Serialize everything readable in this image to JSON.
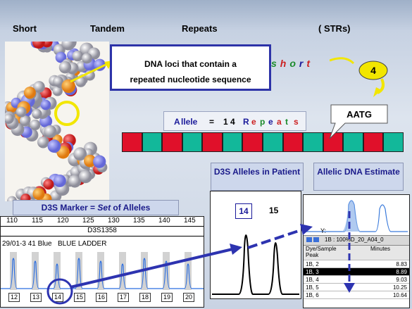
{
  "title": {
    "short": "Short",
    "tandem": "Tandem",
    "repeats": "Repeats",
    "strs": "( STRs)"
  },
  "definition": {
    "line1": "DNA loci that contain a",
    "line2": "repeated nucleotide sequence"
  },
  "short_word": [
    "s",
    "h",
    "o",
    "r",
    "t"
  ],
  "short_colors": [
    "#1a8a2a",
    "#cc2020",
    "#1a8a2a",
    "#1a1a9a",
    "#cc2020"
  ],
  "repeat_count_badge": "4",
  "allele": {
    "label_a": "A",
    "label_llele": "llele",
    "equals": "=",
    "count": "1 4",
    "rep_r": "R",
    "rep_e1": "e",
    "rep_p": "p",
    "rep_e2": "e",
    "rep_a": "a",
    "rep_t": "t",
    "rep_s": "s"
  },
  "aatg_label": "AATG",
  "strand_colors": [
    "#e0102a",
    "#12b89a"
  ],
  "d3s_patient_label": "D3S Alleles in Patient",
  "allelic_estimate_label": "Allelic DNA Estimate",
  "marker_label_prefix": "D3S Marker = ",
  "marker_label_italic": "Set",
  "marker_label_suffix": " of Alleles",
  "ladder": {
    "axis_ticks": [
      "110",
      "115",
      "120",
      "125",
      "130",
      "135",
      "140",
      "145"
    ],
    "locus": "D3S1358",
    "info": "29/01-3 41 Blue   BLUE LADDER",
    "allele_numbers": [
      "12",
      "13",
      "14",
      "15",
      "16",
      "17",
      "18",
      "19",
      "20"
    ]
  },
  "patient": {
    "allele1": "14",
    "allele2": "15"
  },
  "estimate": {
    "y_label": "Y:",
    "status": "1B : 100%D_20_A04_0",
    "table_header": [
      "Dye/Sample Peak",
      "Minutes"
    ],
    "rows": [
      [
        "1B, 2",
        "8.83"
      ],
      [
        "1B, 3",
        "8.89"
      ],
      [
        "1B, 4",
        "9.03"
      ],
      [
        "1B, 5",
        "10.25"
      ],
      [
        "1B, 6",
        "10.64"
      ]
    ],
    "selected_row": 1
  },
  "icons": [
    "dna-molecule-icon",
    "arrow-icon"
  ]
}
